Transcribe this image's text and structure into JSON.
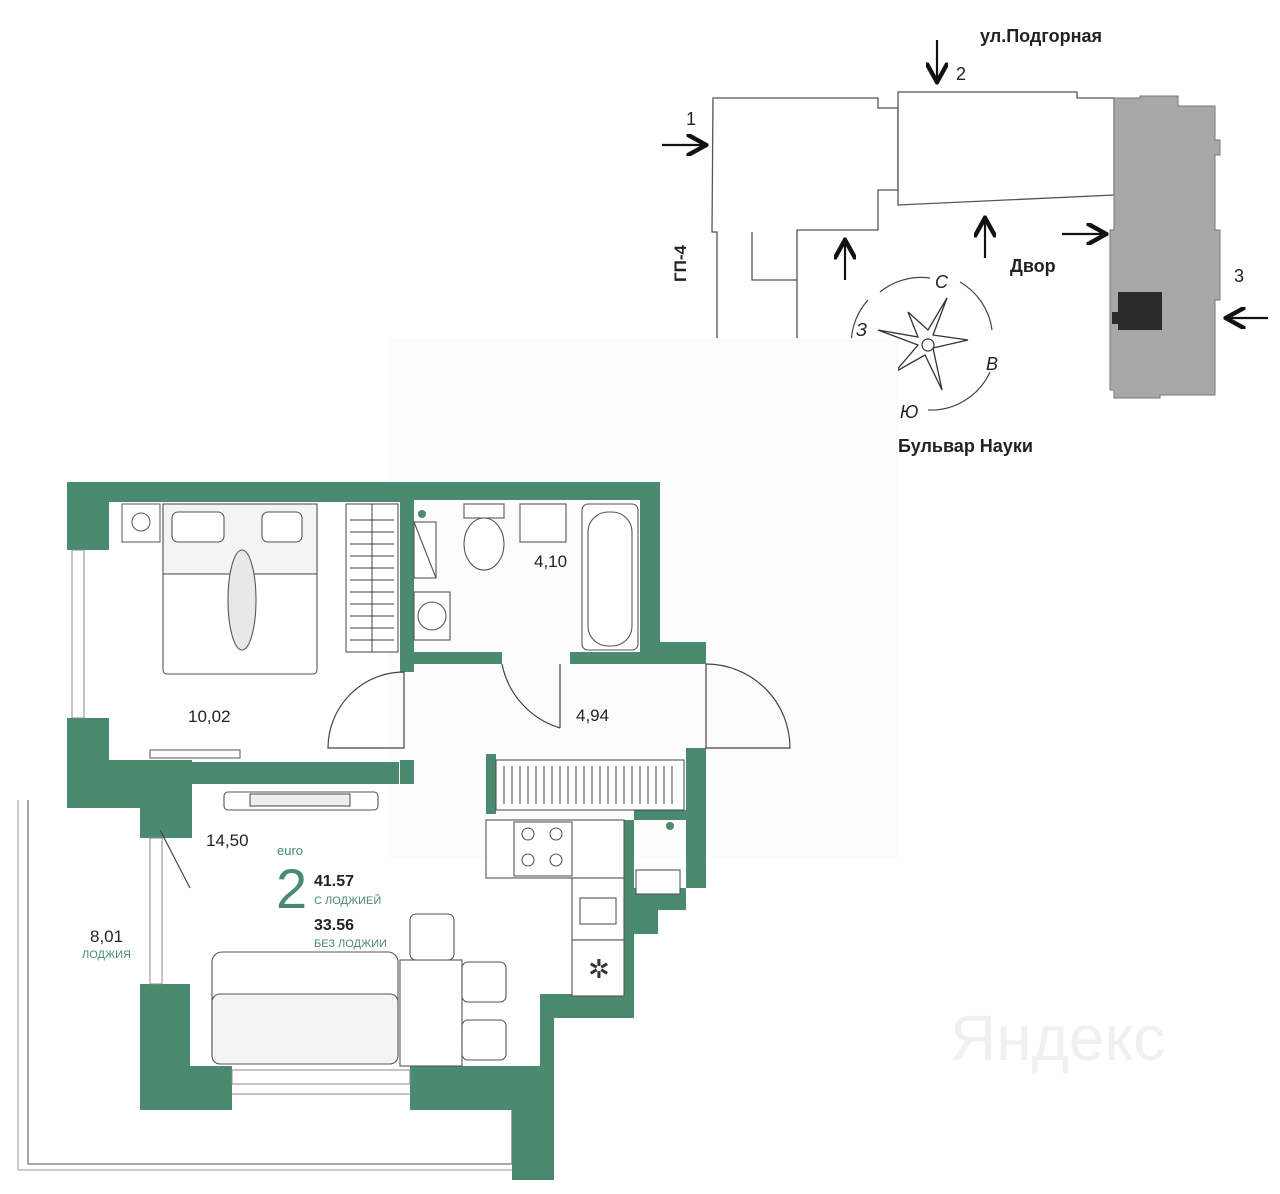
{
  "site_plan": {
    "street_top": "ул.Подгорная",
    "street_bottom": "Бульвар Науки",
    "building_label": "ГП-4",
    "yard_label": "Двор",
    "entrances": [
      "1",
      "2",
      "3"
    ],
    "compass": {
      "north": "С",
      "east": "В",
      "south": "Ю",
      "west": "З"
    }
  },
  "floor_plan": {
    "rooms": {
      "bedroom_area": "10,02",
      "bathroom_area": "4,10",
      "hall_area": "4,94",
      "living_area": "14,50",
      "loggia_area": "8,01",
      "loggia_label": "ЛОДЖИЯ"
    },
    "summary": {
      "type_label": "euro",
      "rooms_count": "2",
      "area_with_loggia": "41.57",
      "with_loggia_caption": "С ЛОДЖИЕЙ",
      "area_without_loggia": "33.56",
      "without_loggia_caption": "БЕЗ ЛОДЖИИ"
    }
  },
  "watermark_text": "Яндекс",
  "colors": {
    "wall": "#4a8a6e",
    "accent_text": "#4a8a6e",
    "site_building": "#a8a8a8",
    "site_dark_block": "#2a2a2a",
    "line": "#333333"
  }
}
